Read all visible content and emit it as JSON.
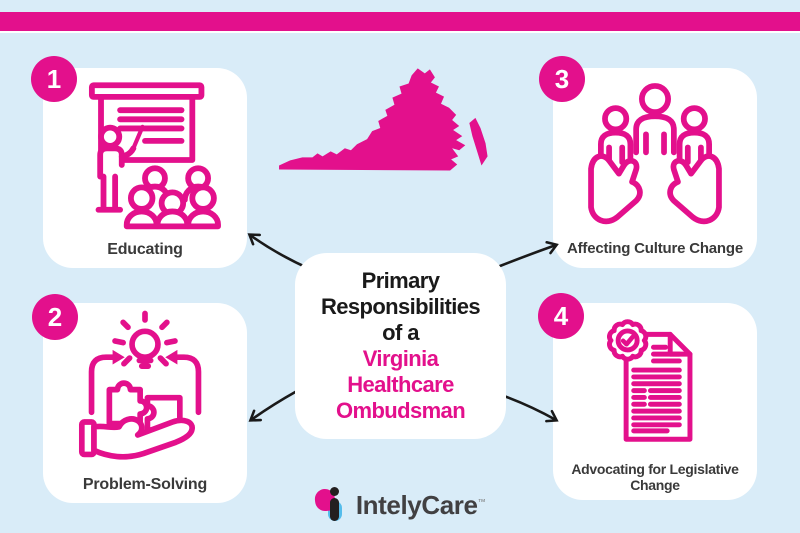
{
  "colors": {
    "accent_pink": "#E3108C",
    "background_blue": "#D9ECF8",
    "card_white": "#FFFFFF",
    "title_black": "#1A1A1A",
    "label_gray": "#3A3A3A",
    "arrow_black": "#1A1A1A",
    "logo_text_gray": "#414042",
    "logo_blue": "#54BCEB",
    "logo_black": "#231F20"
  },
  "center_card": {
    "black_lines": [
      "Primary",
      "Responsibilities",
      "of a"
    ],
    "pink_lines": [
      "Virginia",
      "Healthcare",
      "Ombudsman"
    ]
  },
  "items": [
    {
      "number": "1",
      "label": "Educating",
      "icon": "teacher-presentation-icon"
    },
    {
      "number": "2",
      "label": "Problem-Solving",
      "icon": "hand-puzzle-lightbulb-icon"
    },
    {
      "number": "3",
      "label": "Affecting Culture Change",
      "icon": "hands-holding-people-icon"
    },
    {
      "number": "4",
      "label": "Advocating for Legislative Change",
      "icon": "document-seal-check-icon"
    }
  ],
  "map": {
    "icon": "virginia-state-silhouette"
  },
  "footer": {
    "brand": "IntelyCare",
    "trademark": "™"
  }
}
